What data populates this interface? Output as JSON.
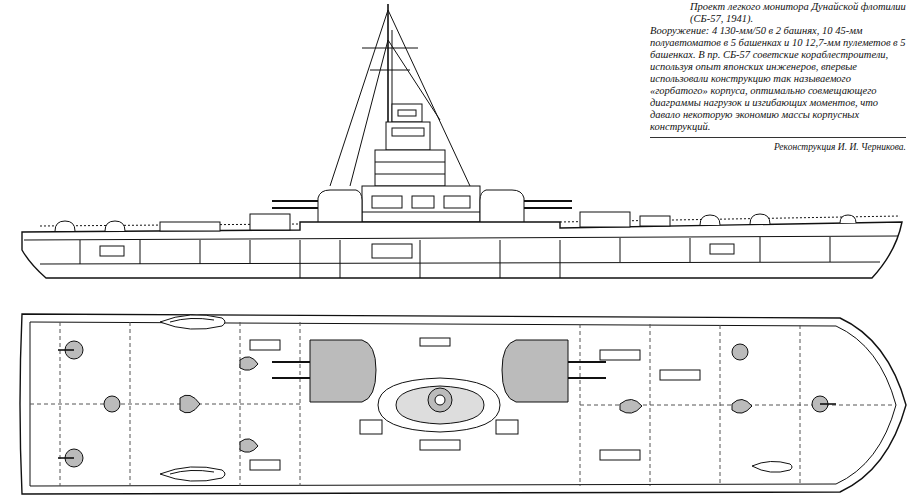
{
  "diagram": {
    "title": "Проект легкого монитора Дунайской флотилии (СБ-57, 1941).",
    "caption": "Вооружение: 4 130-мм/50 в 2 башнях, 10 45-мм полуавтоматов в 5 башенках и 10 12,7-мм пулеметов в 5 башенках. В пр. СБ-57 советские кораблестроители, используя опыт японских инженеров, впервые использовали конструкцию так называемого «горбатого» корпуса, оптимально совмещающего диаграммы нагрузок и изгибающих моментов, что давало некоторую экономию массы корпусных конструкций.",
    "labels": [
      "Реконструкция И. И. Черникова."
    ]
  }
}
